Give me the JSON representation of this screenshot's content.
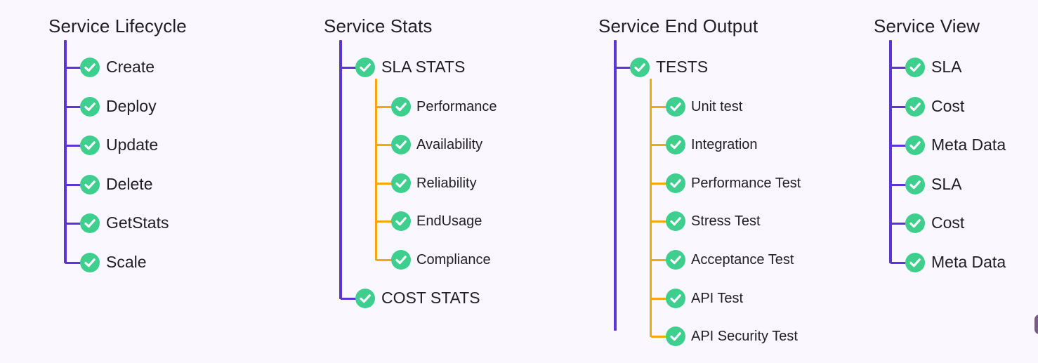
{
  "colors": {
    "background": "#fbf7fe",
    "primary_connector": "#5b35d6",
    "secondary_connector": "#f5a80e",
    "check": "#3ecf8e",
    "text": "#1f1f24"
  },
  "icon": "check-circle-icon",
  "columns": [
    {
      "title": "Service Lifecycle",
      "items": [
        {
          "label": "Create",
          "children": []
        },
        {
          "label": "Deploy",
          "children": []
        },
        {
          "label": "Update",
          "children": []
        },
        {
          "label": "Delete",
          "children": []
        },
        {
          "label": "GetStats",
          "children": []
        },
        {
          "label": "Scale",
          "children": []
        }
      ]
    },
    {
      "title": "Service Stats",
      "items": [
        {
          "label": "SLA STATS",
          "children": [
            "Performance",
            "Availability",
            "Reliability",
            "EndUsage",
            "Compliance"
          ]
        },
        {
          "label": "COST STATS",
          "children": []
        }
      ]
    },
    {
      "title": "Service End Output",
      "items": [
        {
          "label": "TESTS",
          "children": [
            "Unit test",
            "Integration",
            "Performance Test",
            "Stress Test",
            "Acceptance Test",
            "API Test",
            "API Security Test"
          ]
        }
      ]
    },
    {
      "title": "Service View",
      "items": [
        {
          "label": "SLA",
          "children": []
        },
        {
          "label": "Cost",
          "children": []
        },
        {
          "label": "Meta Data",
          "children": []
        },
        {
          "label": "SLA",
          "children": []
        },
        {
          "label": "Cost",
          "children": []
        },
        {
          "label": "Meta Data",
          "children": []
        }
      ]
    }
  ]
}
